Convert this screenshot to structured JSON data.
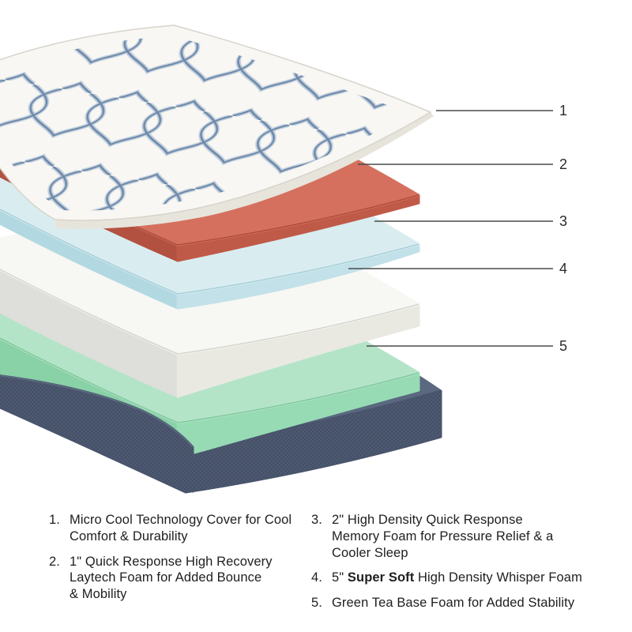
{
  "callouts": [
    {
      "label": "1"
    },
    {
      "label": "2"
    },
    {
      "label": "3"
    },
    {
      "label": "4"
    },
    {
      "label": "5"
    }
  ],
  "legend": {
    "items_left": [
      {
        "num": "1.",
        "lines": [
          "Micro Cool Technology Cover for Cool",
          "Comfort & Durability"
        ]
      },
      {
        "num": "2.",
        "lines": [
          "1\" Quick Response High Recovery",
          "Laytech Foam for Added Bounce",
          "& Mobility"
        ]
      }
    ],
    "items_right": [
      {
        "num": "3.",
        "lines": [
          "2\" High Density Quick Response",
          "Memory Foam for Pressure Relief & a",
          "Cooler Sleep"
        ]
      },
      {
        "num": "4.",
        "pre": "5\" ",
        "bold": "Super Soft",
        "post": " High Density Whisper Foam"
      },
      {
        "num": "5.",
        "lines": [
          "Green Tea Base Foam for Added Stability"
        ]
      }
    ]
  },
  "colors": {
    "background": "#ffffff",
    "cover_base": "#f8f7f3",
    "cover_edge": "#d8d4cb",
    "cover_band": "#e7e4db",
    "pattern_line": "#6e89a9",
    "pattern_line_light": "#c3d0de",
    "coral_top": "#d5705f",
    "coral_front": "#c05a48",
    "coral_left": "#b35140",
    "coral_edge": "#a84a39",
    "blue_top": "#d9edf1",
    "blue_front": "#c2e1e9",
    "blue_left": "#b2d8e2",
    "blue_edge": "#a3cbd6",
    "white_top": "#f7f7f3",
    "white_front": "#e9e9e2",
    "white_left": "#dededa",
    "white_edge": "#d2d2ca",
    "green_top": "#b4e4c8",
    "green_front": "#97dbb4",
    "green_left": "#89d1a7",
    "green_edge": "#7bc59b",
    "navy_top": "#5a6880",
    "navy_front": "#48546c",
    "navy_left": "#3e4a61",
    "callout_line": "#4a4a4a",
    "callout_number": "#2b2b2b",
    "legend_text": "#202020"
  }
}
